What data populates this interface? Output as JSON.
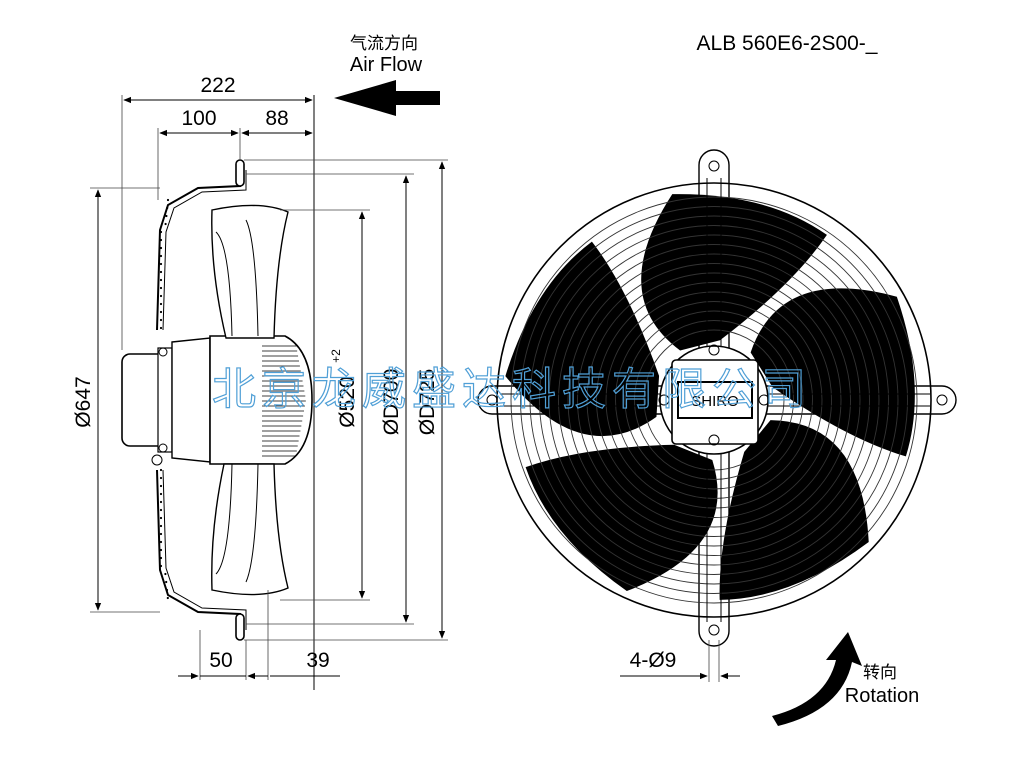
{
  "model": "ALB 560E6-2S00-_",
  "airflow": {
    "label_cn": "气流方向",
    "label_en": "Air Flow"
  },
  "rotation": {
    "label_cn": "转向",
    "label_en": "Rotation"
  },
  "watermark": "北京龙威盛达科技有限公司",
  "brand": "SHIRO",
  "dimensions": {
    "overall_depth": "222",
    "depth_a": "100",
    "depth_b": "88",
    "base_depth": "50",
    "offset": "39",
    "dia_outer": "Ø647",
    "dia_blade": "Ø520",
    "dia_blade_tol": "+2",
    "dia_ring": "ØD700",
    "dia_flange": "ØD725",
    "holes": "4-Ø9"
  },
  "colors": {
    "line": "#000000",
    "watermark": "#4f9fd6",
    "arrow": "#000000"
  }
}
